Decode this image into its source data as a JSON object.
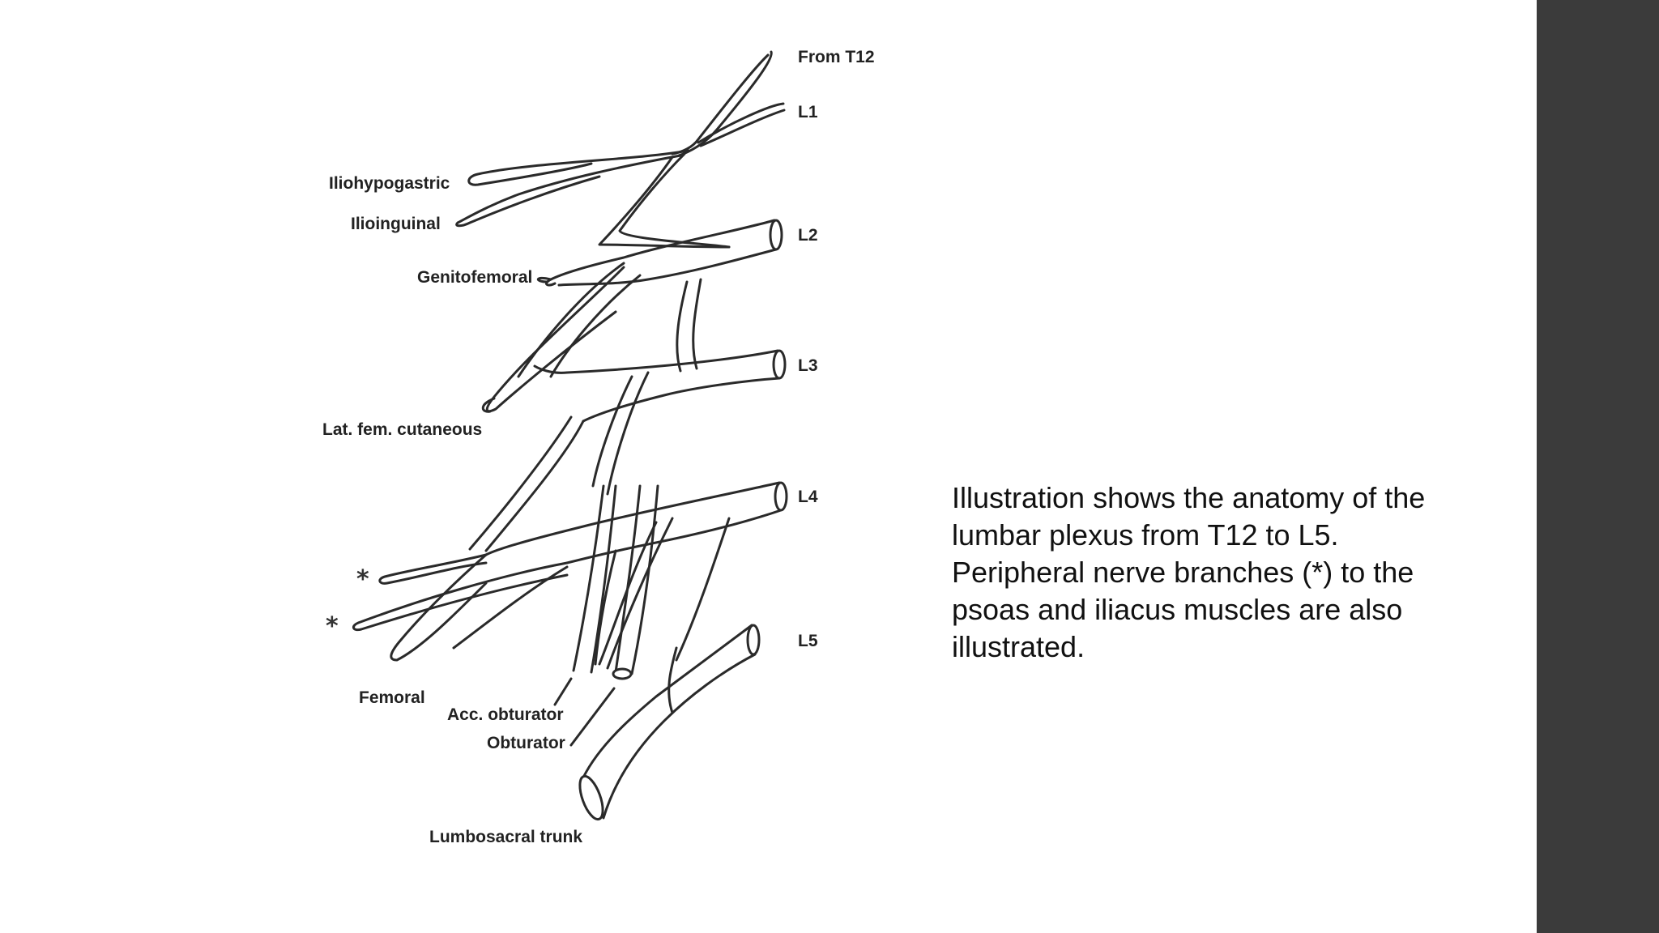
{
  "diagram": {
    "labels": {
      "from_t12": "From T12",
      "l1": "L1",
      "l2": "L2",
      "l3": "L3",
      "l4": "L4",
      "l5": "L5",
      "iliohypogastric": "Iliohypogastric",
      "ilioinguinal": "Ilioinguinal",
      "genitofemoral": "Genitofemoral",
      "lat_fem_cutaneous": "Lat. fem. cutaneous",
      "femoral": "Femoral",
      "acc_obturator": "Acc. obturator",
      "obturator": "Obturator",
      "lumbosacral_trunk": "Lumbosacral trunk",
      "asterisk": "*"
    }
  },
  "caption": "Illustration shows the anatomy of the lumbar plexus from T12 to L5. Peripheral nerve branches (*) to the psoas and iliacus muscles are also illustrated.",
  "colors": {
    "background": "#ffffff",
    "side_bar": "#3b3b3b",
    "ink": "#2a2a2a"
  }
}
